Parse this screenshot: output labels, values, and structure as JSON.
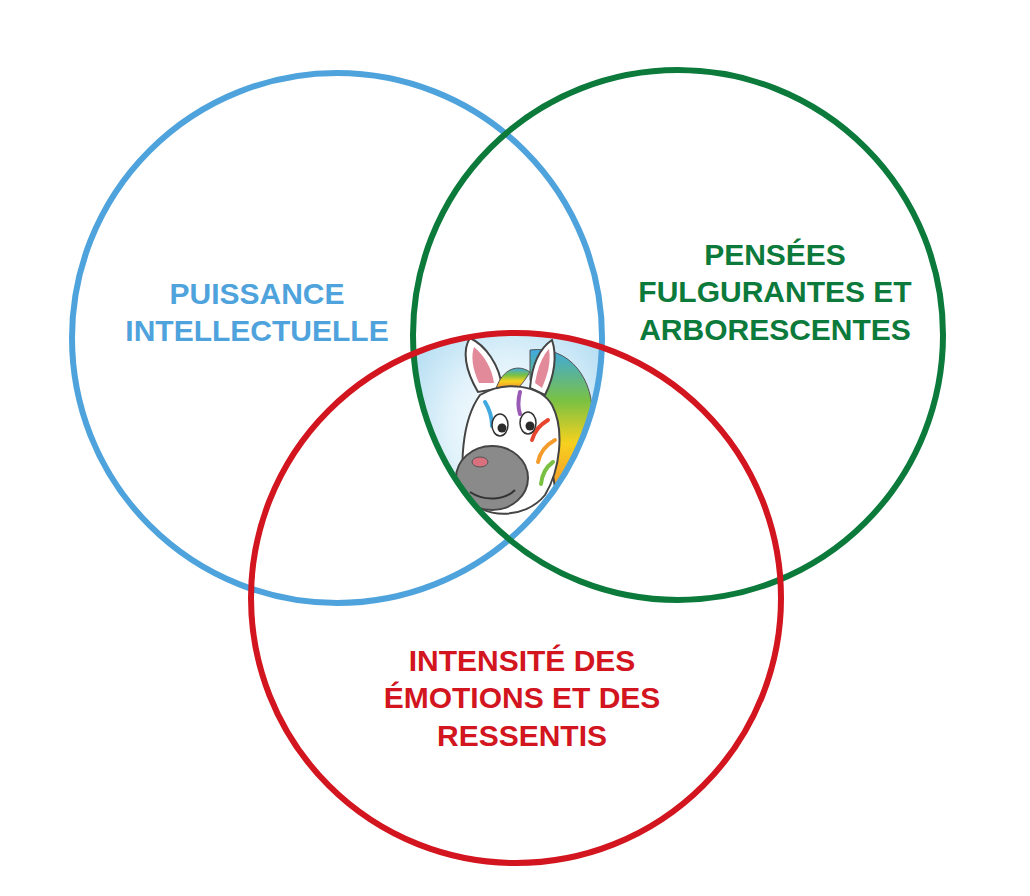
{
  "diagram": {
    "nodes": [
      {
        "text": [
          "PUISSANCE INTELLECTUELLE"
        ]
      },
      {
        "text": [
          "PENSÉES FULGURANTES ET ARBORESCENTES"
        ]
      },
      {
        "text": [
          "INTENSITÉ DES ÉMOTIONS ET DES RESSENTIS"
        ]
      }
    ]
  }
}
